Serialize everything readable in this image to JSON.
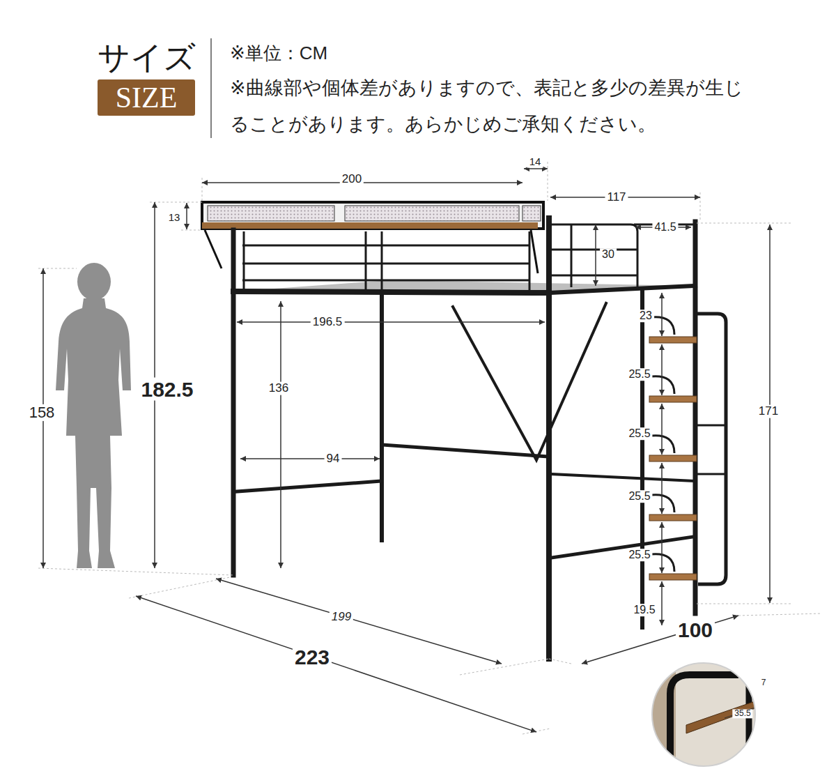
{
  "diagram": {
    "title": "サイズ",
    "nodes": [
      {
        "text": [
          "SIZE"
        ]
      }
    ],
    "labels": [
      "※単位：CM",
      "※曲線部や個体差がありますので、表記と多少の差異が生じ ることがあります。あらかじめご承知ください。",
      "200",
      "14",
      "117",
      "13",
      "41.5",
      "30",
      "23",
      "182.5",
      "196.5",
      "136",
      "158",
      "25.5",
      "25.5",
      "25.5",
      "25.5",
      "171",
      "94",
      "19.5",
      "199",
      "100",
      "223",
      "7",
      "35.5"
    ]
  }
}
